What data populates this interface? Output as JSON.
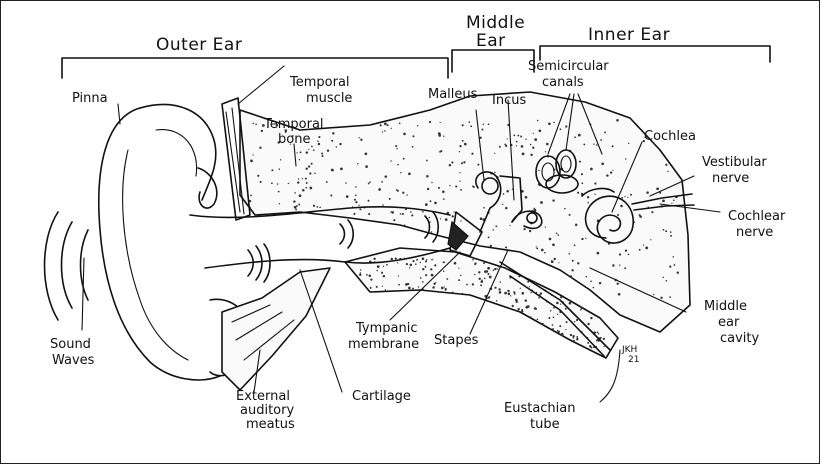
{
  "sections": {
    "outer_ear": "Outer Ear",
    "middle_ear": [
      "Middle",
      "Ear"
    ],
    "inner_ear": "Inner Ear"
  },
  "labels": {
    "pinna": "Pinna",
    "temporal_muscle": [
      "Temporal",
      "muscle"
    ],
    "temporal_bone": [
      "Temporal",
      "bone"
    ],
    "malleus": "Malleus",
    "incus": "Incus",
    "semicircular_canals": [
      "Semicircular",
      "canals"
    ],
    "cochlea": "Cochlea",
    "vestibular_nerve": [
      "Vestibular",
      "nerve"
    ],
    "cochlear_nerve": [
      "Cochlear",
      "nerve"
    ],
    "sound_waves": [
      "Sound",
      "Waves"
    ],
    "tympanic_membrane": [
      "Tympanic",
      "membrane"
    ],
    "stapes": "Stapes",
    "middle_ear_cavity": [
      "Middle",
      "ear",
      "cavity"
    ],
    "external_auditory_meatus": [
      "External",
      "auditory",
      "meatus"
    ],
    "cartilage": "Cartilage",
    "eustachian_tube": [
      "Eustachian",
      "tube"
    ],
    "signature": [
      "JKH",
      "21"
    ]
  }
}
